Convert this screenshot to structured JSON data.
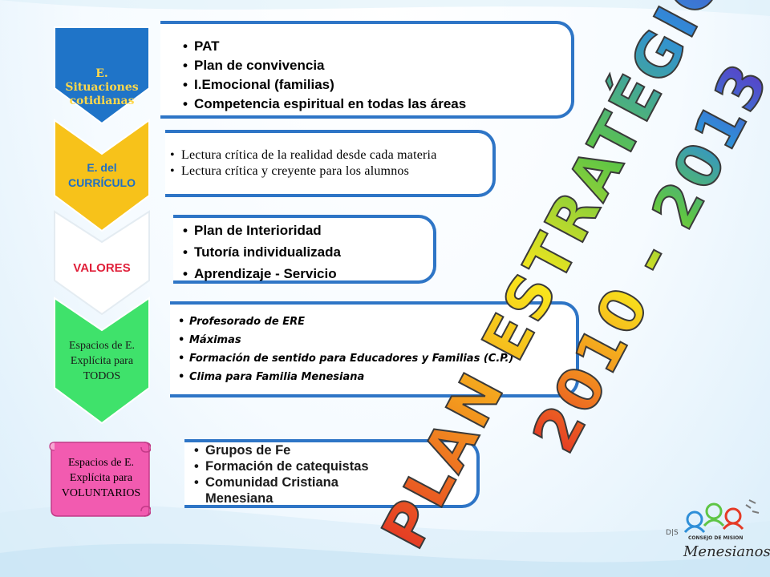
{
  "rows": [
    {
      "chevron_label": "E. Situaciones cotidianas",
      "chevron_color": "#1f74c8",
      "label_color": "#ffd84a",
      "items": [
        "PAT",
        "Plan de convivencia",
        "I.Emocional (familias)",
        "Competencia espiritual en todas las áreas"
      ]
    },
    {
      "chevron_label": "E. del CURRÍCULO",
      "chevron_color": "#f7c21a",
      "label_color": "#1f6fc4",
      "items": [
        "Lectura crítica de la realidad desde cada materia",
        "Lectura crítica y creyente para los alumnos"
      ]
    },
    {
      "chevron_label": "VALORES",
      "chevron_color": "#ffffff",
      "label_color": "#e0203a",
      "items": [
        "Plan de Interioridad",
        "Tutoría individualizada",
        "Aprendizaje - Servicio"
      ]
    },
    {
      "chevron_label": "Espacios de E. Explícita para TODOS",
      "chevron_color": "#3fe26b",
      "label_color": "#1a1a1a",
      "items": [
        "Profesorado de ERE",
        "Máximas",
        "Formación de sentido para Educadores y Familias (C.P.)",
        "Clima para Familia Menesiana"
      ]
    },
    {
      "chevron_label": "Espacios de E. Explícita para VOLUNTARIOS",
      "chevron_color": "#f25bb0",
      "label_color": "#1a1a1a",
      "items": [
        "Grupos de Fe",
        "Formación de catequistas",
        "Comunidad Cristiana Menesiana"
      ]
    }
  ],
  "title": {
    "line1": "PLAN ESTRATÉGICO",
    "line2": "2010 - 2013"
  },
  "logo": {
    "small_text": "CONSEJO DE MISION",
    "name": "Menesianos",
    "badge": "D|S"
  },
  "colors": {
    "box_border": "#2e75c6"
  }
}
